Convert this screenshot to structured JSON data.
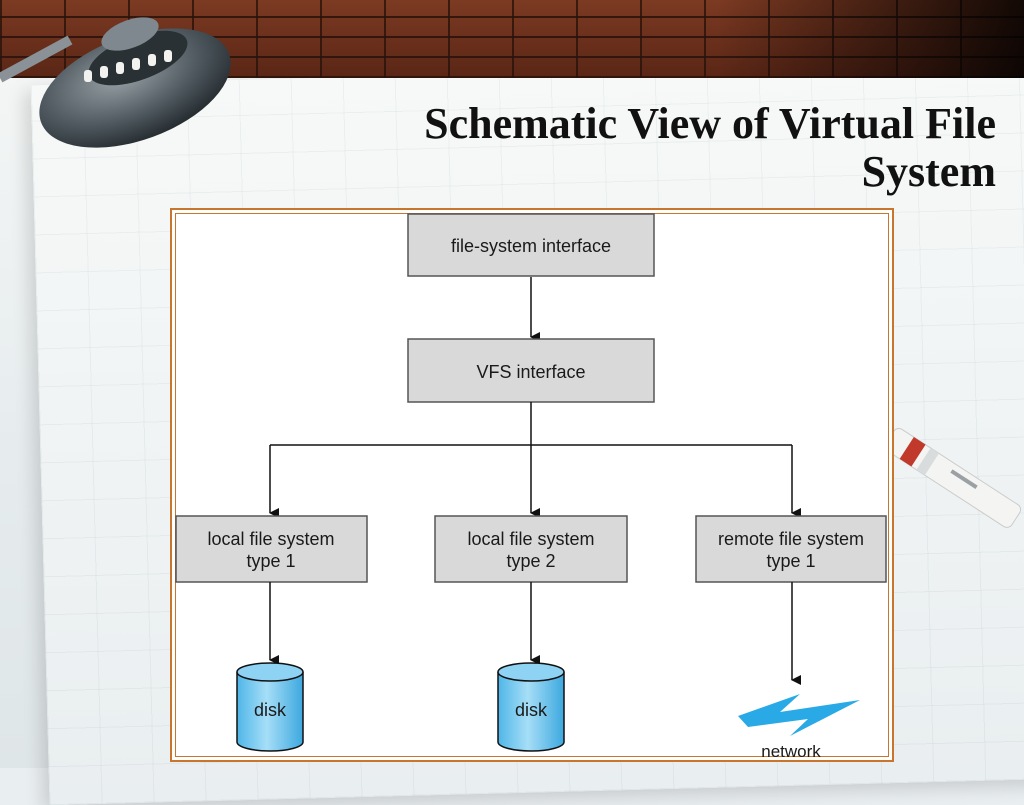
{
  "slide": {
    "title_line1": "Schematic View of Virtual File",
    "title_line2": "System"
  },
  "diagram": {
    "top_box": {
      "label": "file-system interface"
    },
    "vfs_box": {
      "label": "VFS interface"
    },
    "fs_boxes": [
      {
        "line1": "local file system",
        "line2": "type 1"
      },
      {
        "line1": "local file system",
        "line2": "type 2"
      },
      {
        "line1": "remote file system",
        "line2": "type 1"
      }
    ],
    "disks": [
      {
        "label": "disk"
      },
      {
        "label": "disk"
      }
    ],
    "network": {
      "label": "network"
    }
  },
  "colors": {
    "box_fill": "#d9d9d9",
    "disk_fill": "#69c4ef",
    "network_bolt": "#29a9e6",
    "frame_border": "#c8752e"
  }
}
